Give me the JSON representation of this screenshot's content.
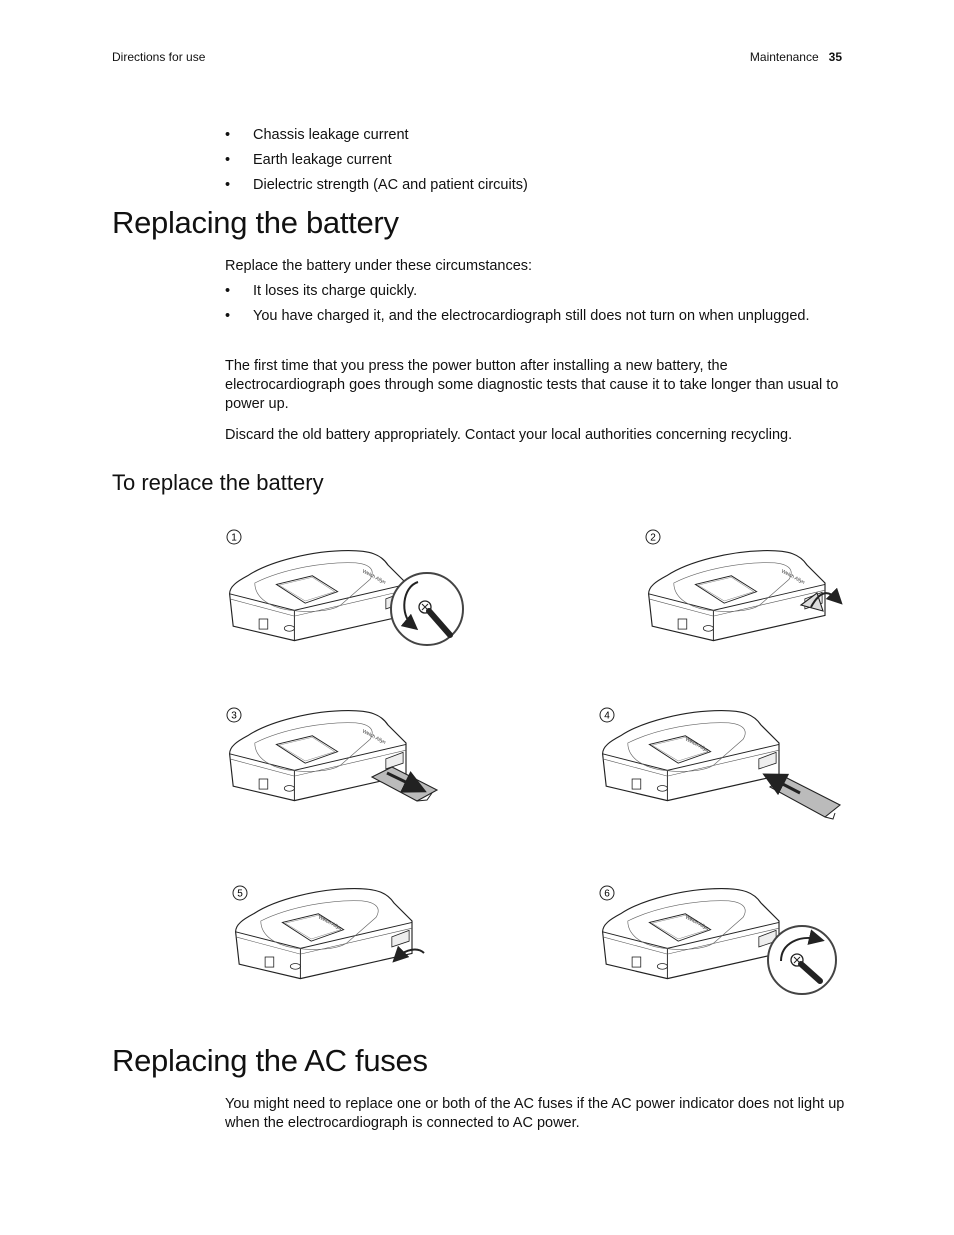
{
  "header": {
    "left": "Directions for use",
    "section": "Maintenance",
    "page": "35"
  },
  "intro_bullets": [
    "Chassis leakage current",
    "Earth leakage current",
    "Dielectric strength (AC and patient circuits)"
  ],
  "battery": {
    "title": "Replacing the battery",
    "lead": "Replace the battery under these circumstances:",
    "bullets": [
      "It loses its charge quickly.",
      "You have charged it, and the electrocardiograph still does not turn on when unplugged."
    ],
    "para1": "The first time that you press the power button after installing a new battery, the electrocardiograph goes through some diagnostic tests that cause it to take longer than usual to power up.",
    "para2": "Discard the old battery appropriately. Contact your local authorities concerning recycling.",
    "subtitle": "To replace the battery",
    "steps": [
      "1",
      "2",
      "3",
      "4",
      "5",
      "6"
    ],
    "brand": "Welch Allyn"
  },
  "fuses": {
    "title": "Replacing the AC fuses",
    "para": "You might need to replace one or both of the AC fuses if the AC power indicator does not light up when the electrocardiograph is connected to AC power."
  }
}
